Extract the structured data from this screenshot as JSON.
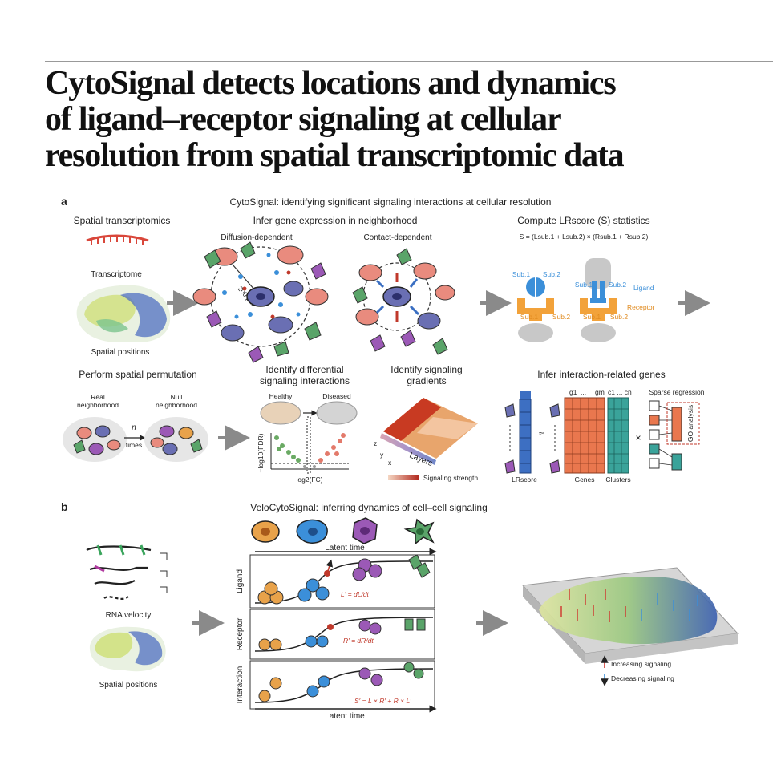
{
  "title_lines": [
    "CytoSignal detects locations and dynamics",
    "of ligand–receptor signaling at cellular",
    "resolution from spatial transcriptomic data"
  ],
  "panel_a": {
    "letter": "a",
    "heading": "CytoSignal: identifying significant signaling interactions at cellular resolution",
    "spatial_transcriptomics": "Spatial transcriptomics",
    "transcriptome": "Transcriptome",
    "spatial_positions": "Spatial positions",
    "infer_expression": "Infer gene expression in neighborhood",
    "diffusion": "Diffusion-dependent",
    "contact": "Contact-dependent",
    "distance": "200 µm",
    "compute_lr": "Compute LRscore (S) statistics",
    "lr_formula": "S = (L",
    "lr_formula_full": "S = (Lsub.1 + Lsub.2) × (Rsub.1 + Rsub.2)",
    "sub1": "Sub.1",
    "sub2": "Sub.2",
    "ligand": "Ligand",
    "receptor": "Receptor",
    "permutation": "Perform spatial permutation",
    "real_neighborhood": [
      "Real",
      "neighborhood"
    ],
    "null_neighborhood": [
      "Null",
      "neighborhood"
    ],
    "n_times": [
      "n",
      "times"
    ],
    "differential": [
      "Identify differential",
      "signaling interactions"
    ],
    "healthy": "Healthy",
    "diseased": "Diseased",
    "volcano_y": "−log10(FDR)",
    "volcano_x": "log2(FC)",
    "gradients": [
      "Identify signaling",
      "gradients"
    ],
    "layers": "Layers",
    "signaling_strength": "Signaling strength",
    "axis_z": "z",
    "axis_y": "y",
    "axis_x": "x",
    "infer_genes": "Infer interaction-related genes",
    "sparse_regression": "Sparse regression",
    "go_analysis": "GO analysis",
    "lrscore": "LRscore",
    "genes": "Genes",
    "clusters": "Clusters",
    "approx": "≈",
    "times_sign": "×",
    "g1": "g1",
    "gm": "gm",
    "c1cn": "c1 ... cn",
    "ellipsis": "..."
  },
  "panel_b": {
    "letter": "b",
    "heading": "VeloCytoSignal: inferring dynamics of cell–cell signaling",
    "latent_time": "Latent time",
    "rna_velocity": "RNA velocity",
    "spatial_positions": "Spatial positions",
    "row_ligand": "Ligand",
    "row_receptor": "Receptor",
    "row_interaction": "Interaction",
    "eq_ligand": "L′ = dL/dt",
    "eq_receptor": "R′ = dR/dt",
    "eq_interaction": "S′ = L × R′ + R × L′",
    "increasing": "Increasing signaling",
    "decreasing": "Decreasing signaling"
  },
  "colors": {
    "red_cell": "#e98b7e",
    "blue_cell": "#5b8fd6",
    "navy_cell": "#6a6fb3",
    "purple_cell": "#9b59b6",
    "green_cell": "#5aa469",
    "orange_cell": "#e8a24a",
    "receptor_orange": "#f2a23a",
    "ligand_blue": "#3b8fd9",
    "grid_orange": "#e9774e",
    "grid_teal": "#3aa39a",
    "lr_blue": "#3d6fc2",
    "eq_red": "#c0392b"
  }
}
